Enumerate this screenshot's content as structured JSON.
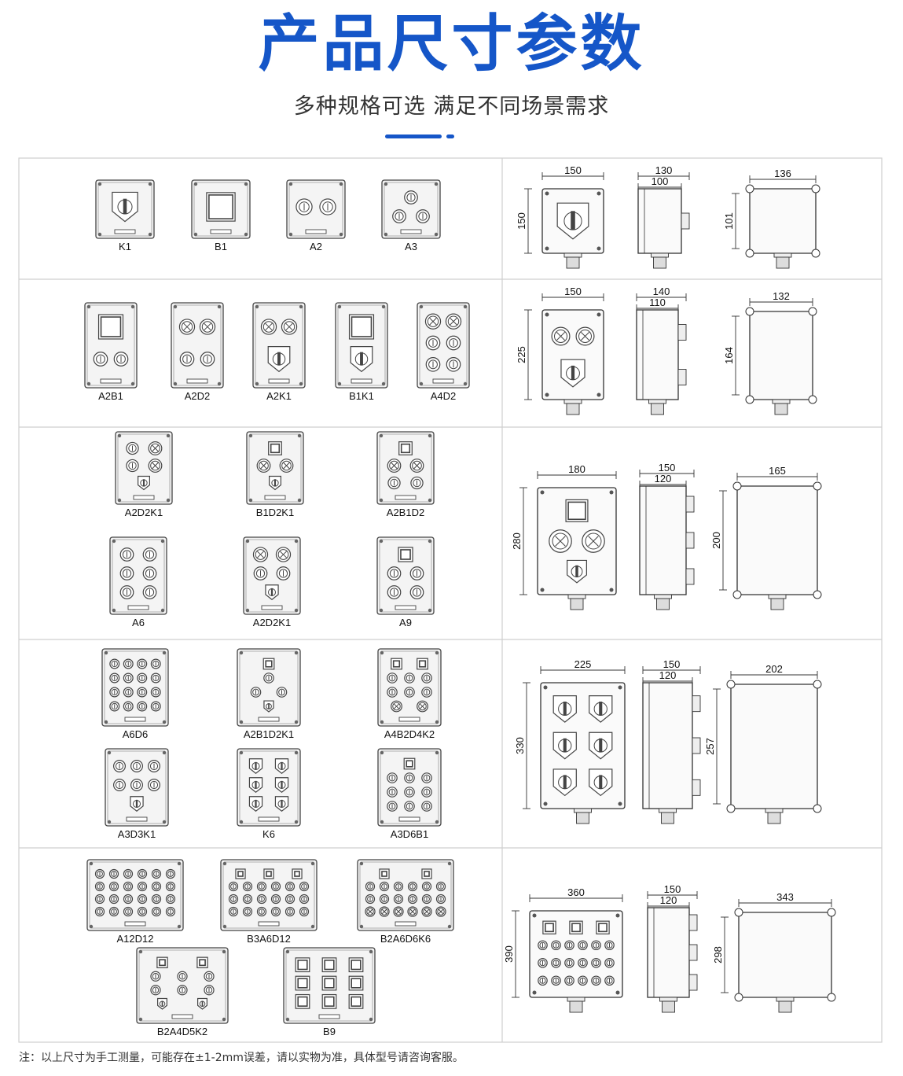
{
  "header": {
    "title": "产品尺寸参数",
    "subtitle": "多种规格可选 满足不同场景需求"
  },
  "colors": {
    "accent": "#1556c8",
    "line": "#444444",
    "panel": "#f4f4f4"
  },
  "rows": [
    {
      "models": [
        {
          "name": "K1",
          "w": 74,
          "h": 74,
          "items": [
            [
              {
                "t": "knob"
              }
            ]
          ]
        },
        {
          "name": "B1",
          "w": 74,
          "h": 74,
          "items": [
            [
              {
                "t": "win"
              }
            ]
          ]
        },
        {
          "name": "A2",
          "w": 74,
          "h": 74,
          "items": [
            [
              {
                "t": "btn"
              },
              {
                "t": "btn"
              }
            ]
          ]
        },
        {
          "name": "A3",
          "w": 74,
          "h": 74,
          "items": [
            [
              {
                "t": "btn"
              }
            ],
            [
              {
                "t": "btn"
              },
              {
                "t": "btn"
              }
            ]
          ]
        }
      ],
      "dims": {
        "front_w": "150",
        "front_h": "150",
        "side_top": "130",
        "side_mid": "100",
        "back_w": "136",
        "back_h": "101"
      }
    },
    {
      "models": [
        {
          "name": "A2B1",
          "w": 66,
          "h": 108,
          "items": [
            [
              {
                "t": "win"
              }
            ],
            [
              {
                "t": "btn"
              },
              {
                "t": "btn"
              }
            ]
          ]
        },
        {
          "name": "A2D2",
          "w": 66,
          "h": 108,
          "items": [
            [
              {
                "t": "lamp"
              },
              {
                "t": "lamp"
              }
            ],
            [
              {
                "t": "btn"
              },
              {
                "t": "btn"
              }
            ]
          ]
        },
        {
          "name": "A2K1",
          "w": 66,
          "h": 108,
          "items": [
            [
              {
                "t": "lamp"
              },
              {
                "t": "lamp"
              }
            ],
            [
              {
                "t": "knob"
              }
            ]
          ]
        },
        {
          "name": "B1K1",
          "w": 66,
          "h": 108,
          "items": [
            [
              {
                "t": "win"
              }
            ],
            [
              {
                "t": "knob"
              }
            ]
          ]
        },
        {
          "name": "A4D2",
          "w": 66,
          "h": 108,
          "items": [
            [
              {
                "t": "lamp"
              },
              {
                "t": "lamp"
              }
            ],
            [
              {
                "t": "btn"
              },
              {
                "t": "btn"
              }
            ],
            [
              {
                "t": "btn"
              },
              {
                "t": "btn"
              }
            ]
          ]
        }
      ],
      "dims": {
        "front_w": "150",
        "front_h": "225",
        "side_top": "140",
        "side_mid": "110",
        "back_w": "132",
        "back_h": "164"
      }
    },
    {
      "models": [
        {
          "name": "A2D2K1",
          "w": 72,
          "h": 92,
          "items": [
            [
              {
                "t": "btn"
              },
              {
                "t": "lamp"
              }
            ],
            [
              {
                "t": "btn"
              },
              {
                "t": "lamp"
              }
            ],
            [
              {
                "t": "knob"
              }
            ]
          ]
        },
        {
          "name": "B1D2K1",
          "w": 72,
          "h": 92,
          "items": [
            [
              {
                "t": "win"
              }
            ],
            [
              {
                "t": "lamp"
              },
              {
                "t": "lamp"
              }
            ],
            [
              {
                "t": "knob"
              }
            ]
          ]
        },
        {
          "name": "A2B1D2",
          "w": 72,
          "h": 92,
          "items": [
            [
              {
                "t": "win"
              }
            ],
            [
              {
                "t": "lamp"
              },
              {
                "t": "lamp"
              }
            ],
            [
              {
                "t": "btn"
              },
              {
                "t": "btn"
              }
            ]
          ]
        },
        {
          "name": "A6",
          "w": 72,
          "h": 98,
          "items": [
            [
              {
                "t": "btn"
              },
              {
                "t": "btn"
              }
            ],
            [
              {
                "t": "btn"
              },
              {
                "t": "btn"
              }
            ],
            [
              {
                "t": "btn"
              },
              {
                "t": "btn"
              }
            ]
          ]
        },
        {
          "name": "A2D2K1",
          "w": 72,
          "h": 98,
          "items": [
            [
              {
                "t": "lamp"
              },
              {
                "t": "lamp"
              }
            ],
            [
              {
                "t": "btn"
              },
              {
                "t": "btn"
              }
            ],
            [
              {
                "t": "knob"
              }
            ]
          ]
        },
        {
          "name": "A9",
          "w": 72,
          "h": 98,
          "items": [
            [
              {
                "t": "win"
              }
            ],
            [
              {
                "t": "btn"
              },
              {
                "t": "btn"
              }
            ],
            [
              {
                "t": "btn"
              },
              {
                "t": "btn"
              }
            ]
          ]
        }
      ],
      "dims": {
        "front_w": "180",
        "front_h": "280",
        "side_top": "150",
        "side_mid": "120",
        "back_w": "165",
        "back_h": "200"
      }
    },
    {
      "models": [
        {
          "name": "A6D6",
          "w": 84,
          "h": 98,
          "items": [
            [
              {
                "t": "btn"
              },
              {
                "t": "btn"
              },
              {
                "t": "btn"
              },
              {
                "t": "btn"
              }
            ],
            [
              {
                "t": "btn"
              },
              {
                "t": "btn"
              },
              {
                "t": "btn"
              },
              {
                "t": "btn"
              }
            ],
            [
              {
                "t": "btn"
              },
              {
                "t": "btn"
              },
              {
                "t": "btn"
              },
              {
                "t": "btn"
              }
            ],
            [
              {
                "t": "btn"
              },
              {
                "t": "btn"
              },
              {
                "t": "btn"
              },
              {
                "t": "btn"
              }
            ]
          ]
        },
        {
          "name": "A2B1D2K1",
          "w": 80,
          "h": 98,
          "items": [
            [
              {
                "t": "win"
              }
            ],
            [
              {
                "t": "btn"
              }
            ],
            [
              {
                "t": "btn"
              },
              {
                "t": "btn"
              }
            ],
            [
              {
                "t": "knob"
              }
            ]
          ]
        },
        {
          "name": "A4B2D4K2",
          "w": 80,
          "h": 98,
          "items": [
            [
              {
                "t": "win"
              },
              {
                "t": "win"
              }
            ],
            [
              {
                "t": "btn"
              },
              {
                "t": "btn"
              },
              {
                "t": "btn"
              }
            ],
            [
              {
                "t": "btn"
              },
              {
                "t": "btn"
              },
              {
                "t": "btn"
              }
            ],
            [
              {
                "t": "lamp"
              },
              {
                "t": "lamp"
              }
            ]
          ]
        },
        {
          "name": "A3D3K1",
          "w": 80,
          "h": 98,
          "items": [
            [
              {
                "t": "btn"
              },
              {
                "t": "btn"
              },
              {
                "t": "btn"
              }
            ],
            [
              {
                "t": "btn"
              },
              {
                "t": "btn"
              },
              {
                "t": "btn"
              }
            ],
            [
              {
                "t": "knob"
              }
            ]
          ]
        },
        {
          "name": "K6",
          "w": 80,
          "h": 98,
          "items": [
            [
              {
                "t": "knob"
              },
              {
                "t": "knob"
              }
            ],
            [
              {
                "t": "knob"
              },
              {
                "t": "knob"
              }
            ],
            [
              {
                "t": "knob"
              },
              {
                "t": "knob"
              }
            ]
          ]
        },
        {
          "name": "A3D6B1",
          "w": 80,
          "h": 98,
          "items": [
            [
              {
                "t": "win"
              }
            ],
            [
              {
                "t": "btn"
              },
              {
                "t": "btn"
              },
              {
                "t": "btn"
              }
            ],
            [
              {
                "t": "btn"
              },
              {
                "t": "btn"
              },
              {
                "t": "btn"
              }
            ],
            [
              {
                "t": "btn"
              },
              {
                "t": "btn"
              },
              {
                "t": "btn"
              }
            ]
          ]
        }
      ],
      "dims": {
        "front_w": "225",
        "front_h": "330",
        "side_top": "150",
        "side_mid": "120",
        "back_w": "202",
        "back_h": "257"
      }
    },
    {
      "models": [
        {
          "name": "A12D12",
          "w": 122,
          "h": 90,
          "items": [
            [
              {
                "t": "btn"
              },
              {
                "t": "btn"
              },
              {
                "t": "btn"
              },
              {
                "t": "btn"
              },
              {
                "t": "btn"
              },
              {
                "t": "btn"
              }
            ],
            [
              {
                "t": "btn"
              },
              {
                "t": "btn"
              },
              {
                "t": "btn"
              },
              {
                "t": "btn"
              },
              {
                "t": "btn"
              },
              {
                "t": "btn"
              }
            ],
            [
              {
                "t": "btn"
              },
              {
                "t": "btn"
              },
              {
                "t": "btn"
              },
              {
                "t": "btn"
              },
              {
                "t": "btn"
              },
              {
                "t": "btn"
              }
            ],
            [
              {
                "t": "btn"
              },
              {
                "t": "btn"
              },
              {
                "t": "btn"
              },
              {
                "t": "btn"
              },
              {
                "t": "btn"
              },
              {
                "t": "btn"
              }
            ]
          ]
        },
        {
          "name": "B3A6D12",
          "w": 122,
          "h": 90,
          "items": [
            [
              {
                "t": "win"
              },
              {
                "t": "win"
              },
              {
                "t": "win"
              }
            ],
            [
              {
                "t": "btn"
              },
              {
                "t": "btn"
              },
              {
                "t": "btn"
              },
              {
                "t": "btn"
              },
              {
                "t": "btn"
              },
              {
                "t": "btn"
              }
            ],
            [
              {
                "t": "btn"
              },
              {
                "t": "btn"
              },
              {
                "t": "btn"
              },
              {
                "t": "btn"
              },
              {
                "t": "btn"
              },
              {
                "t": "btn"
              }
            ],
            [
              {
                "t": "btn"
              },
              {
                "t": "btn"
              },
              {
                "t": "btn"
              },
              {
                "t": "btn"
              },
              {
                "t": "btn"
              },
              {
                "t": "btn"
              }
            ]
          ]
        },
        {
          "name": "B2A6D6K6",
          "w": 122,
          "h": 90,
          "items": [
            [
              {
                "t": "win"
              },
              {
                "t": "win"
              }
            ],
            [
              {
                "t": "btn"
              },
              {
                "t": "btn"
              },
              {
                "t": "btn"
              },
              {
                "t": "btn"
              },
              {
                "t": "btn"
              },
              {
                "t": "btn"
              }
            ],
            [
              {
                "t": "btn"
              },
              {
                "t": "btn"
              },
              {
                "t": "btn"
              },
              {
                "t": "btn"
              },
              {
                "t": "btn"
              },
              {
                "t": "btn"
              }
            ],
            [
              {
                "t": "lamp"
              },
              {
                "t": "lamp"
              },
              {
                "t": "lamp"
              },
              {
                "t": "lamp"
              },
              {
                "t": "lamp"
              },
              {
                "t": "lamp"
              }
            ]
          ]
        },
        {
          "name": "B2A4D5K2",
          "w": 116,
          "h": 96,
          "items": [
            [
              {
                "t": "win"
              },
              {
                "t": "win"
              }
            ],
            [
              {
                "t": "btn"
              },
              {
                "t": "btn"
              },
              {
                "t": "btn"
              }
            ],
            [
              {
                "t": "btn"
              },
              {
                "t": "btn"
              },
              {
                "t": "btn"
              }
            ],
            [
              {
                "t": "knob"
              },
              {
                "t": "knob"
              }
            ]
          ]
        },
        {
          "name": "B9",
          "w": 116,
          "h": 96,
          "items": [
            [
              {
                "t": "win"
              },
              {
                "t": "win"
              },
              {
                "t": "win"
              }
            ],
            [
              {
                "t": "win"
              },
              {
                "t": "win"
              },
              {
                "t": "win"
              }
            ],
            [
              {
                "t": "win"
              },
              {
                "t": "win"
              },
              {
                "t": "win"
              }
            ]
          ]
        }
      ],
      "dims": {
        "front_w": "360",
        "front_h": "390",
        "side_top": "150",
        "side_mid": "120",
        "back_w": "343",
        "back_h": "298"
      }
    }
  ],
  "note": "注：以上尺寸为手工测量，可能存在±1-2mm误差，请以实物为准，具体型号请咨询客服。"
}
